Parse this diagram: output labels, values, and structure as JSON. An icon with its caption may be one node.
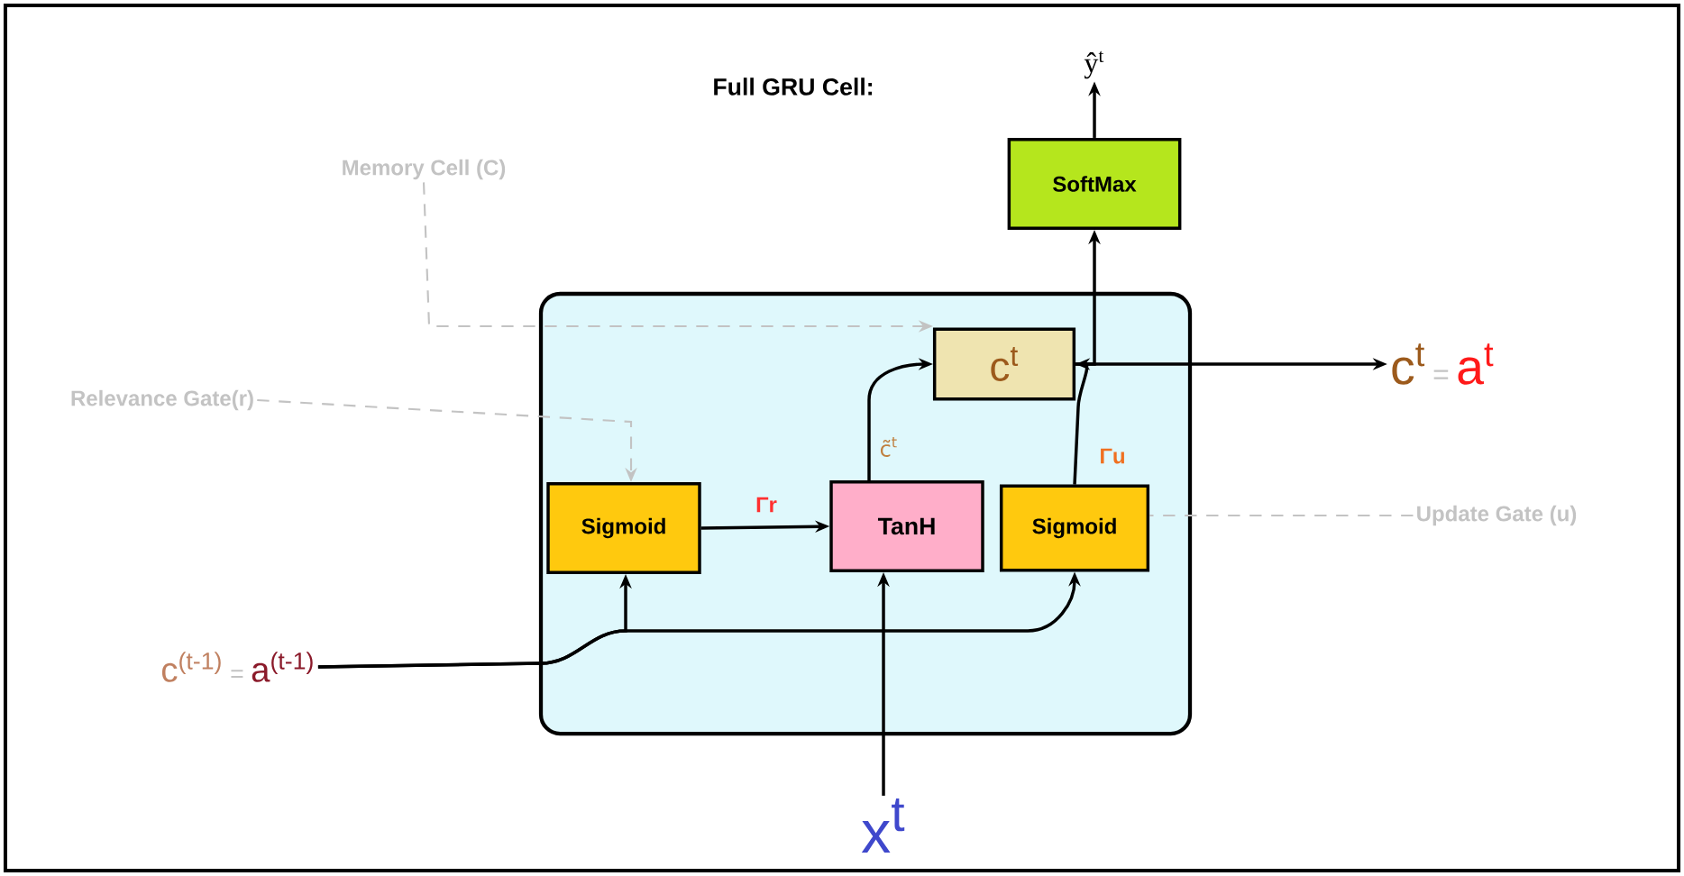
{
  "diagram": {
    "title": "Full GRU Cell:",
    "nodes": [
      {
        "text": [],
        "shape": "box"
      },
      {
        "text": [
          "SoftMax"
        ]
      },
      {
        "text": [
          "c$^{t}$"
        ],
        "in": 0
      },
      {
        "text": [
          "Sigmoid"
        ],
        "in": 0
      },
      {
        "text": [
          "TanH"
        ],
        "in": 0
      },
      {
        "text": [
          "Sigmoid"
        ],
        "in": 0
      },
      {
        "text": [
          "ŷ$^{t}$"
        ]
      },
      {
        "text": [
          "c$^{t}$",
          "=",
          "a$^{t}$"
        ]
      },
      {
        "text": [
          "c$^{(t-1)}$",
          "=",
          "a$^{(t-1)}$"
        ]
      },
      {
        "text": [
          "x$^{t}$"
        ]
      },
      {
        "text": [
          "Memory Cell (C)"
        ]
      },
      {
        "text": [
          "Relevance Gate(r)"
        ]
      },
      {
        "text": [
          "Update Gate (u)"
        ]
      }
    ],
    "edges": [
      {
        "from": 1,
        "to": 6,
        "arrow": "to"
      },
      {
        "from": 2,
        "to": 1,
        "arrow": "to"
      },
      {
        "from": 2,
        "to": 7,
        "arrow": "to"
      },
      {
        "from": 3,
        "to": 4,
        "arrow": "to",
        "label": "Γr"
      },
      {
        "from": 4,
        "to": 2,
        "arrow": "to",
        "label": "c̃$^{t}$"
      },
      {
        "from": 5,
        "to": 2,
        "arrow": "to",
        "label": "Γu"
      },
      {
        "from": 8,
        "to": 3,
        "arrow": "to"
      },
      {
        "from": 8,
        "to": 5,
        "arrow": "to"
      },
      {
        "from": 9,
        "to": 4,
        "arrow": "to"
      },
      {
        "from": 10,
        "to": 2,
        "arrow": "to",
        "style": "dashed",
        "color": "#c3c3c3"
      },
      {
        "from": 11,
        "to": 3,
        "arrow": "to",
        "style": "dashed",
        "color": "#c3c3c3"
      },
      {
        "from": 12,
        "to": 5,
        "arrow": "none",
        "style": "dashed",
        "color": "#c3c3c3"
      }
    ]
  }
}
